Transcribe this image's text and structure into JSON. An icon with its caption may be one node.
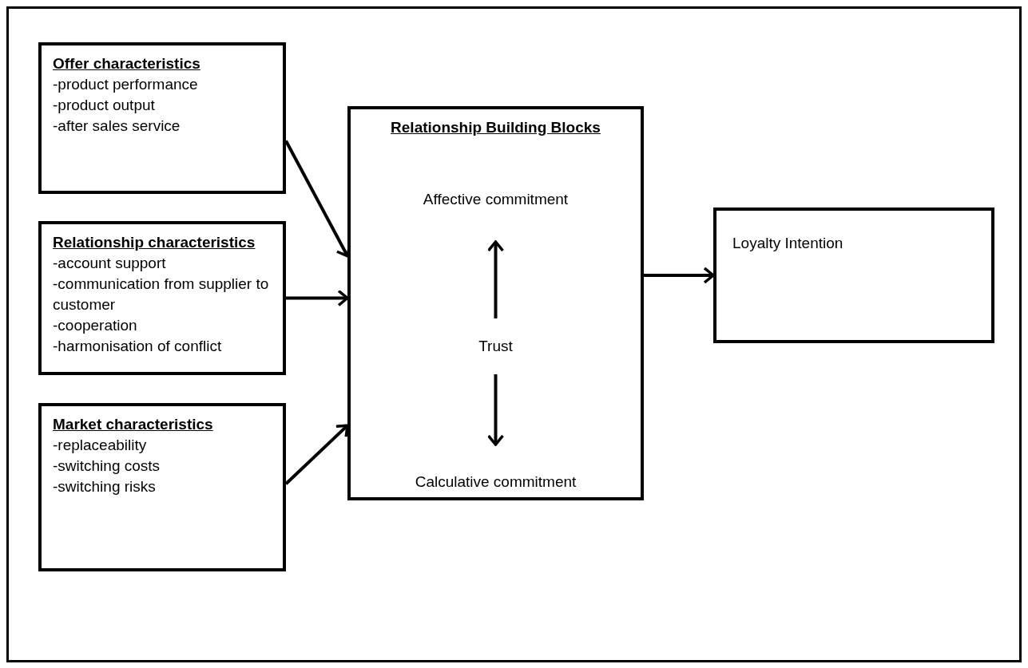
{
  "diagram": {
    "nodes": [
      {
        "text": [
          "Offer characteristics",
          "-product performance",
          "-product output",
          "-after sales service"
        ]
      },
      {
        "text": [
          "Relationship characteristics",
          "-account support",
          "-communication from supplier to customer",
          "-cooperation",
          "-harmonisation of conflict"
        ]
      },
      {
        "text": [
          "Market characteristics",
          "-replaceability",
          "-switching costs",
          "-switching risks"
        ]
      },
      {
        "text": [
          "Relationship Building Blocks"
        ]
      },
      {
        "text": [
          "Affective commitment"
        ],
        "in": 3
      },
      {
        "text": [
          "Trust"
        ],
        "in": 3
      },
      {
        "text": [
          "Calculative commitment"
        ],
        "in": 3
      },
      {
        "text": [
          "Loyalty Intention"
        ]
      }
    ],
    "edges": [
      {
        "from": 0,
        "to": 3,
        "arrow": "to"
      },
      {
        "from": 1,
        "to": 3,
        "arrow": "to"
      },
      {
        "from": 2,
        "to": 3,
        "arrow": "to"
      },
      {
        "from": 5,
        "to": 4,
        "arrow": "to"
      },
      {
        "from": 5,
        "to": 6,
        "arrow": "to"
      },
      {
        "from": 3,
        "to": 7,
        "arrow": "to"
      }
    ]
  }
}
